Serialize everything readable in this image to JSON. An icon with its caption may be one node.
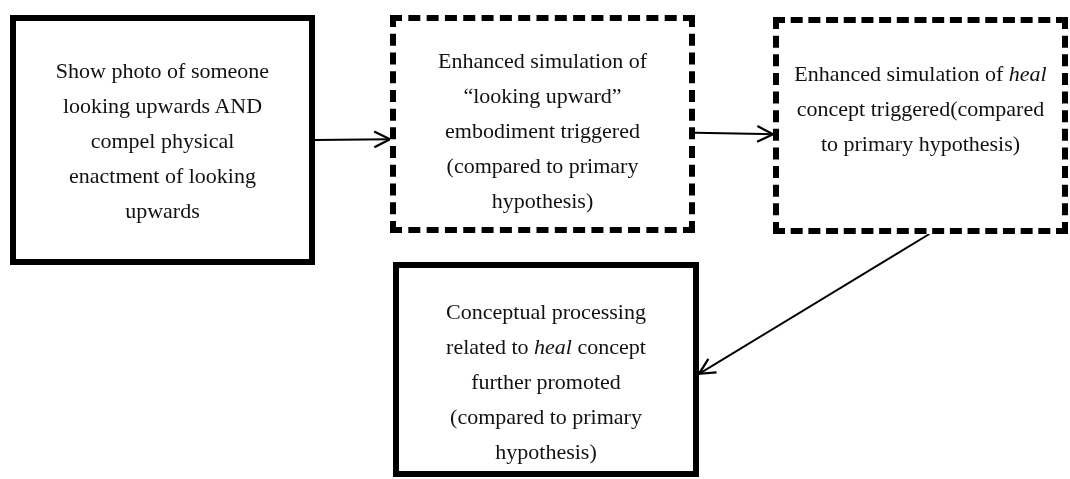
{
  "diagram": {
    "nodes": [
      {
        "text": [
          "Show photo of someone looking upwards AND compel physical enactment of looking upwards"
        ]
      },
      {
        "text": [
          "Enhanced simulation of “looking upward” embodiment triggered (compared to primary hypothesis)"
        ]
      },
      {
        "text": [
          "Enhanced simulation of *heal* concept triggered(compared to primary hypothesis)"
        ]
      },
      {
        "text": [
          "Conceptual processing related to *heal* concept further promoted (compared to primary hypothesis)"
        ]
      }
    ],
    "edges": [
      {
        "from": 0,
        "to": 1,
        "arrow": "to"
      },
      {
        "from": 1,
        "to": 2,
        "arrow": "to"
      },
      {
        "from": 2,
        "to": 3,
        "arrow": "to"
      }
    ]
  }
}
